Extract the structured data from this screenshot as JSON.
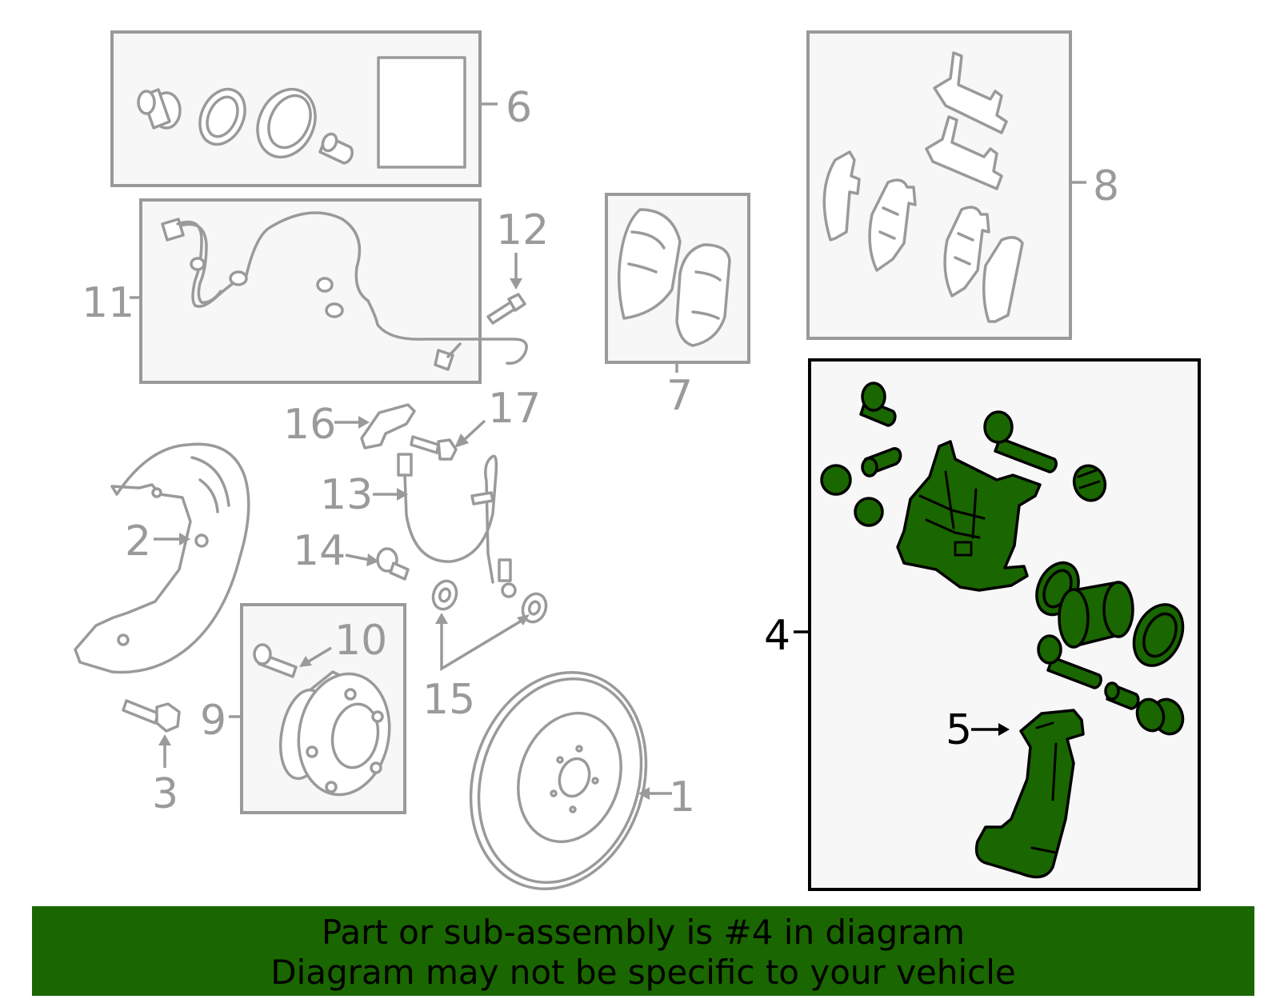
{
  "callouts": {
    "n1": "1",
    "n2": "2",
    "n3": "3",
    "n4": "4",
    "n5": "5",
    "n6": "6",
    "n7": "7",
    "n8": "8",
    "n9": "9",
    "n10": "10",
    "n11": "11",
    "n12": "12",
    "n13": "13",
    "n14": "14",
    "n15": "15",
    "n16": "16",
    "n17": "17"
  },
  "highlight": {
    "part_number": "4",
    "color": "#1a6600"
  },
  "banner": {
    "line1": "Part or sub-assembly is #4 in diagram",
    "line2": "Diagram may not be specific to your vehicle"
  }
}
